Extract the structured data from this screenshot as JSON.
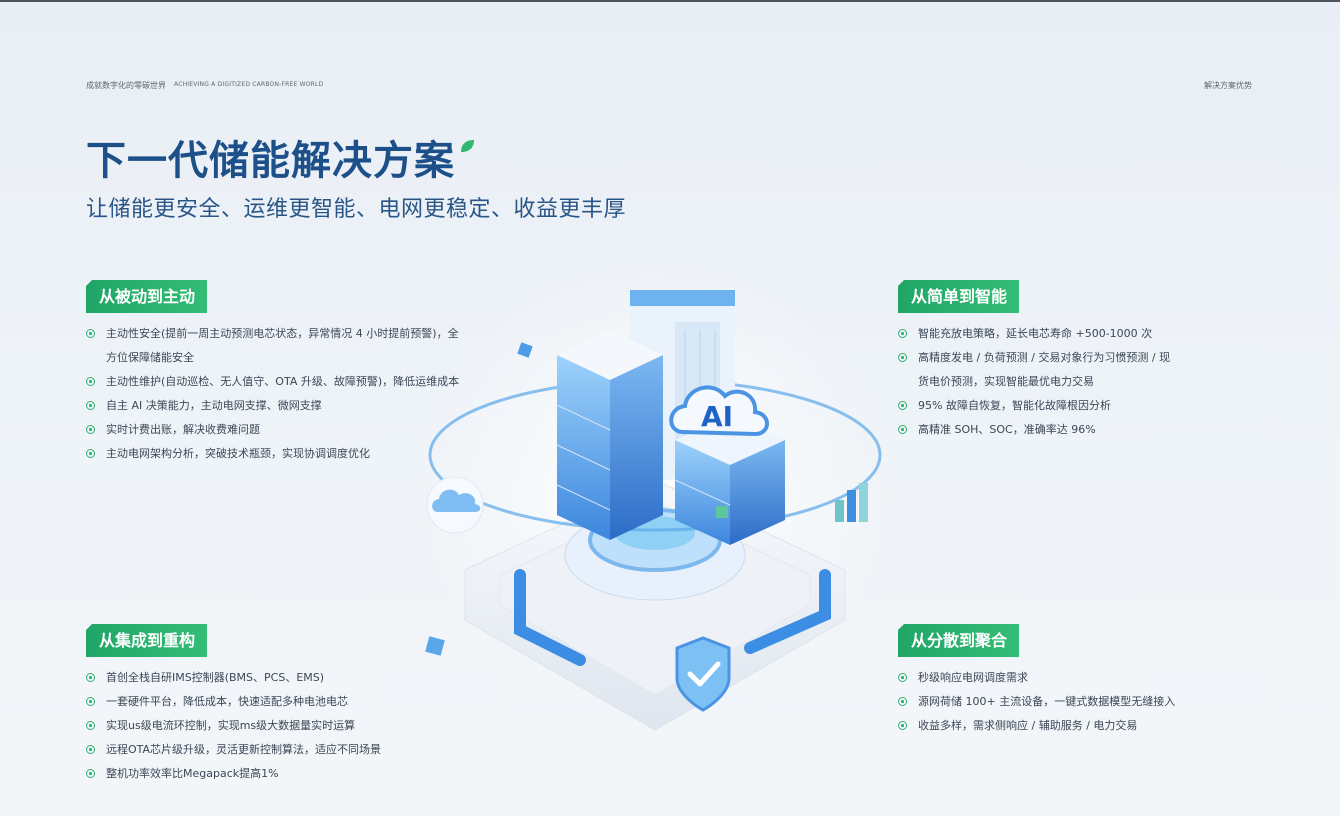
{
  "header": {
    "left_cn": "成就数字化的零碳世界",
    "left_en": "ACHIEVING A DIGITIZED CARBON-FREE WORLD",
    "right": "解决方案优势"
  },
  "title": "下一代储能解决方案",
  "subtitle": "让储能更安全、运维更智能、电网更稳定、收益更丰厚",
  "illustration": {
    "badge": "AI"
  },
  "sections": [
    {
      "tag": "从被动到主动",
      "items": [
        "主动性安全(提前一周主动预测电芯状态，异常情况 4 小时提前预警)，全方位保障储能安全",
        "主动性维护(自动巡检、无人值守、OTA 升级、故障预警)，降低运维成本",
        "自主 AI 决策能力，主动电网支撑、微网支撑",
        "实时计费出账，解决收费难问题",
        "主动电网架构分析，突破技术瓶颈，实现协调调度优化"
      ]
    },
    {
      "tag": "从简单到智能",
      "items": [
        "智能充放电策略，延长电芯寿命 +500-1000 次",
        "高精度发电 / 负荷预测 / 交易对象行为习惯预测 / 现货电价预测，实现智能最优电力交易",
        "95% 故障自恢复，智能化故障根因分析",
        "高精准 SOH、SOC，准确率达 96%"
      ]
    },
    {
      "tag": "从集成到重构",
      "items": [
        "首创全栈自研IMS控制器(BMS、PCS、EMS)",
        "一套硬件平台，降低成本，快速适配多种电池电芯",
        "实现us级电流环控制，实现ms级大数据量实时运算",
        "远程OTA芯片级升级，灵活更新控制算法，适应不同场景",
        "整机功率效率比Megapack提高1%"
      ]
    },
    {
      "tag": "从分散到聚合",
      "items": [
        "秒级响应电网调度需求",
        "源网荷储 100+ 主流设备，一键式数据模型无缝接入",
        "收益多样，需求侧响应 / 辅助服务 / 电力交易"
      ]
    }
  ],
  "colors": {
    "accent_green": "#2fb071",
    "title_blue": "#1d4f89"
  }
}
